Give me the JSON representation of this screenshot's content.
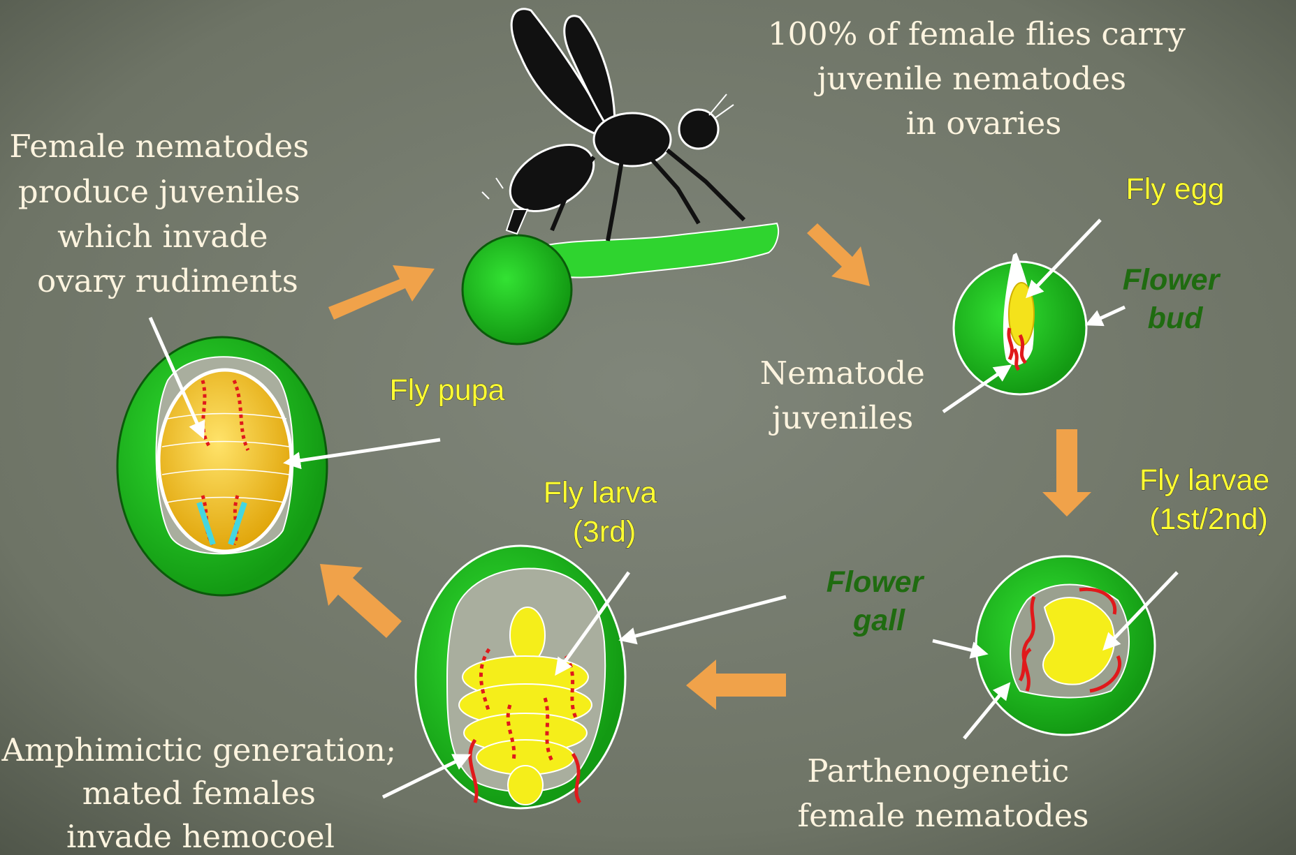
{
  "labels": {
    "female_nematodes": [
      "Female nematodes",
      "produce juveniles",
      "which invade",
      "ovary rudiments"
    ],
    "carry_note": [
      "100% of female flies carry",
      "juvenile nematodes",
      "in ovaries"
    ],
    "fly_egg": "Fly egg",
    "flower_bud": [
      "Flower",
      "bud"
    ],
    "nematode_juveniles": [
      "Nematode",
      "juveniles"
    ],
    "fly_pupa": "Fly pupa",
    "fly_larva_3rd": [
      "Fly larva",
      "(3rd)"
    ],
    "fly_larvae_1st_2nd": [
      "Fly larvae",
      "(1st/2nd)"
    ],
    "flower_gall": [
      "Flower",
      "gall"
    ],
    "amphimictic": [
      "Amphimictic generation;",
      "mated females",
      "invade hemocoel"
    ],
    "parthenogenetic": [
      "Parthenogenetic",
      "female nematodes"
    ]
  },
  "colors": {
    "background": "#6f7568",
    "plant_green": "#1aa81a",
    "cycle_arrow": "#f0a24a",
    "label_yellow": "#ffff33",
    "label_green": "#1f6b10",
    "nematode_red": "#e0191b",
    "pointer_white": "#ffffff"
  }
}
